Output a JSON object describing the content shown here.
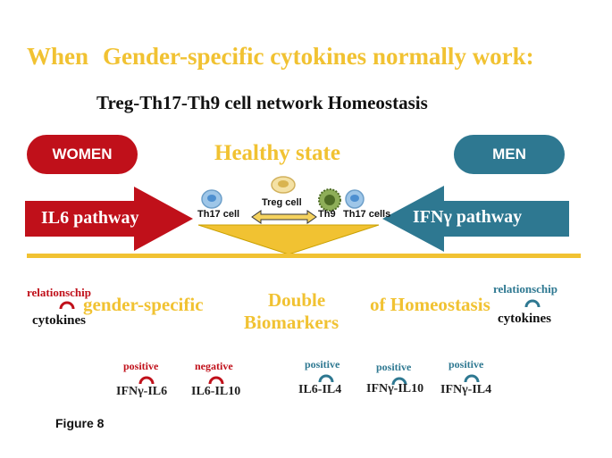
{
  "title": {
    "prefix": "When",
    "main": "Gender-specific cytokines normally work:"
  },
  "subtitle": "Treg-Th17-Th9 cell network Homeostasis",
  "women_label": "WOMEN",
  "men_label": "MEN",
  "healthy_state": "Healthy state",
  "left_pathway": "IL6 pathway",
  "right_pathway": "IFNγ pathway",
  "cells": {
    "treg": "Treg cell",
    "th17_left": "Th17 cell",
    "th9": "Th9",
    "th17_right": "Th17 cells"
  },
  "bottom": {
    "rel_left": "relationschip",
    "cyto_left": "cytokines",
    "rel_right": "relationschip",
    "cyto_right": "cytokines",
    "gender_specific": "gender-specific",
    "double": "Double",
    "biomarkers": "Biomarkers",
    "of_homeostasis": "of Homeostasis"
  },
  "pairs": [
    {
      "relation": "positive",
      "name": "IFNγ-IL6",
      "color": "#c0101a"
    },
    {
      "relation": "negative",
      "name": "IL6-IL10",
      "color": "#c0101a"
    },
    {
      "relation": "positive",
      "name": "IL6-IL4",
      "color": "#2e7891"
    },
    {
      "relation": "positive",
      "name": "IFNγ-IL10",
      "color": "#2e7891"
    },
    {
      "relation": "positive",
      "name": "IFNγ-IL4",
      "color": "#2e7891"
    }
  ],
  "figure_label": "Figure 8",
  "colors": {
    "gold": "#f1c232",
    "red": "#c0101a",
    "blue": "#2e7891"
  }
}
